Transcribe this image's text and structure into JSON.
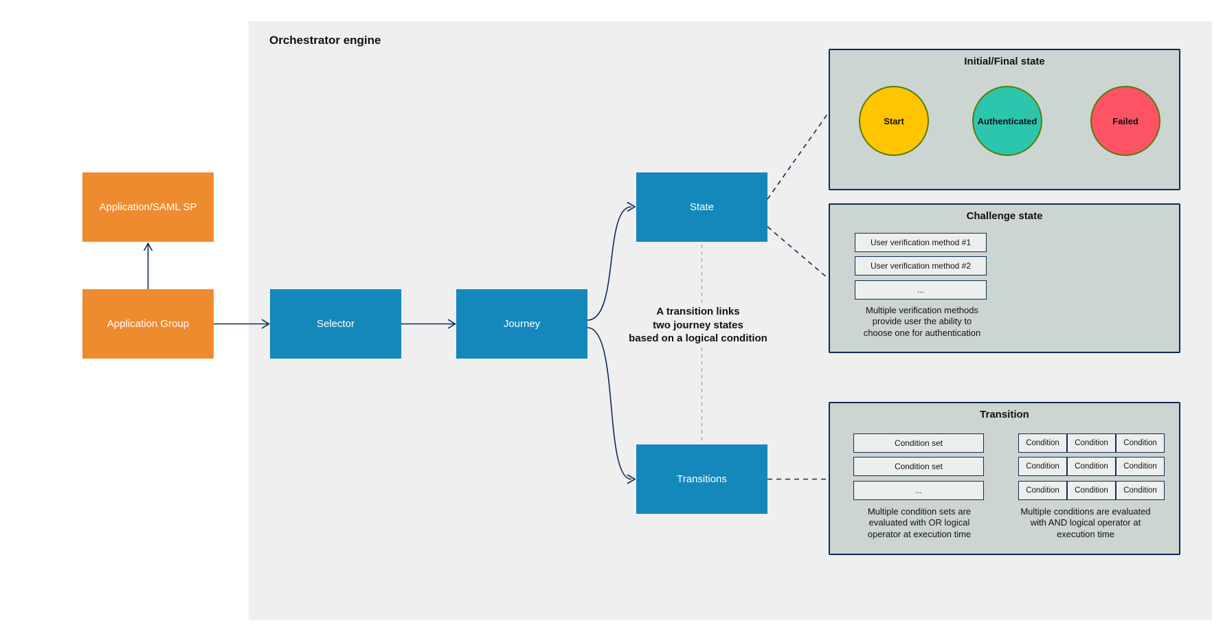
{
  "colors": {
    "engine_panel_bg": "#efefef",
    "group_panel_bg": "#ccd5d2",
    "border_navy": "#0e2a56",
    "node_orange": "#ef8b2f",
    "node_blue": "#1588bb",
    "circle_border_green": "#567d00",
    "start_fill": "#ffc502",
    "authenticated_fill": "#2cc5ae",
    "failed_fill": "#fd5365"
  },
  "engine": {
    "title": "Orchestrator engine"
  },
  "nodes": {
    "app_saml": "Application/SAML SP",
    "app_group": "Application Group",
    "selector": "Selector",
    "journey": "Journey",
    "state": "State",
    "transitions": "Transitions"
  },
  "annotation": {
    "lines": [
      "A transition links",
      "two journey states",
      "based on a logical condition"
    ]
  },
  "initial_final": {
    "title": "Initial/Final state",
    "circles": [
      {
        "label": "Start",
        "fill": "#ffc502"
      },
      {
        "label": "Authenticated",
        "fill": "#2cc5ae"
      },
      {
        "label": "Failed",
        "fill": "#fd5365"
      }
    ]
  },
  "challenge": {
    "title": "Challenge state",
    "methods": [
      "User verification method #1",
      "User verification method #2",
      "..."
    ],
    "caption_lines": [
      "Multiple verification methods",
      "provide user the ability to",
      "choose one for authentication"
    ]
  },
  "transition": {
    "title": "Transition",
    "condition_sets": [
      "Condition set",
      "Condition set",
      "..."
    ],
    "condition_label": "Condition",
    "or_caption_lines": [
      "Multiple condition sets are",
      "evaluated with OR logical",
      "operator at execution time"
    ],
    "and_caption_lines": [
      "Multiple conditions are evaluated",
      "with AND logical operator at",
      "execution time"
    ]
  }
}
